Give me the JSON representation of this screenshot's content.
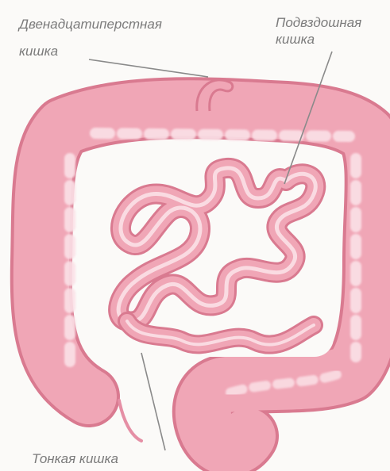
{
  "labels": {
    "duodenum": [
      "Двенадцатиперстная",
      "кишка"
    ],
    "ileum": [
      "Подвздошная",
      "кишка"
    ],
    "small_intestine": "Тонкая кишка"
  },
  "colors": {
    "background": "#fbfaf8",
    "intestine_fill": "#f0a6b6",
    "intestine_highlight": "#fbe1e7",
    "intestine_shadow": "#d97a90",
    "leader_line": "#8a8a8a",
    "label_text": "#7b7b7b"
  }
}
